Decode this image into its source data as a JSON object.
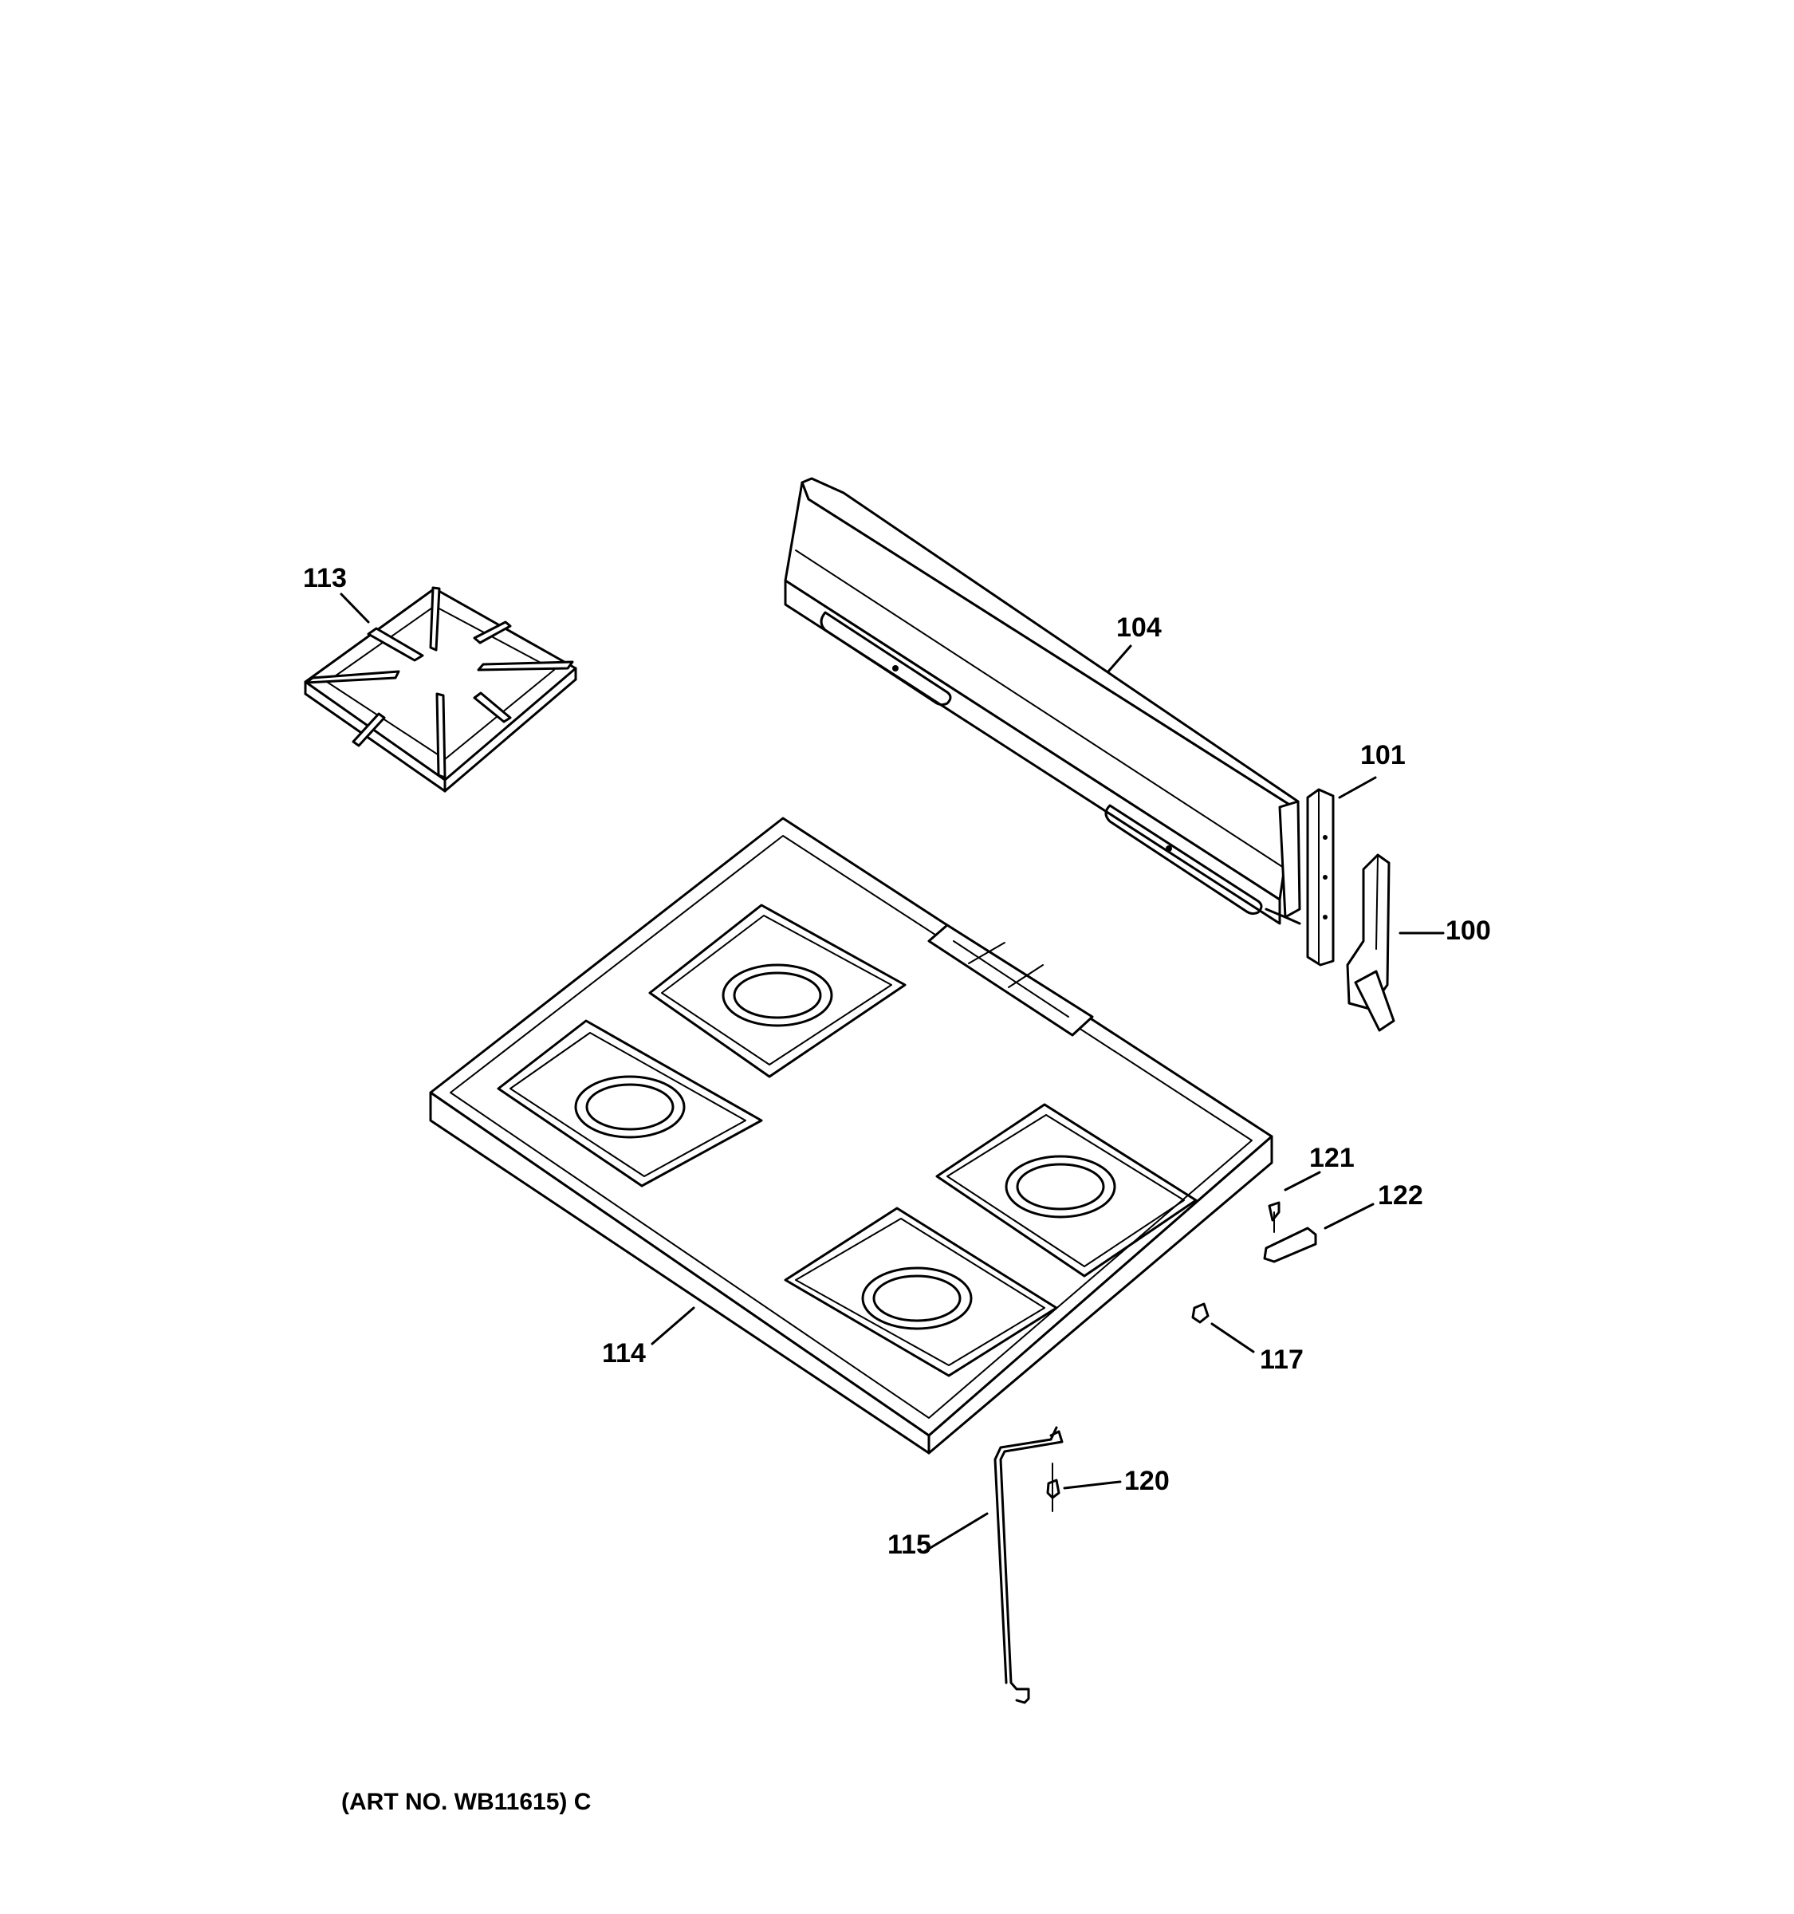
{
  "callouts": {
    "p100": "100",
    "p101": "101",
    "p104": "104",
    "p113": "113",
    "p114": "114",
    "p115": "115",
    "p117": "117",
    "p120": "120",
    "p121": "121",
    "p122": "122"
  },
  "art_number": "(ART NO. WB11615) C",
  "colors": {
    "line": "#000000",
    "background": "#ffffff"
  }
}
